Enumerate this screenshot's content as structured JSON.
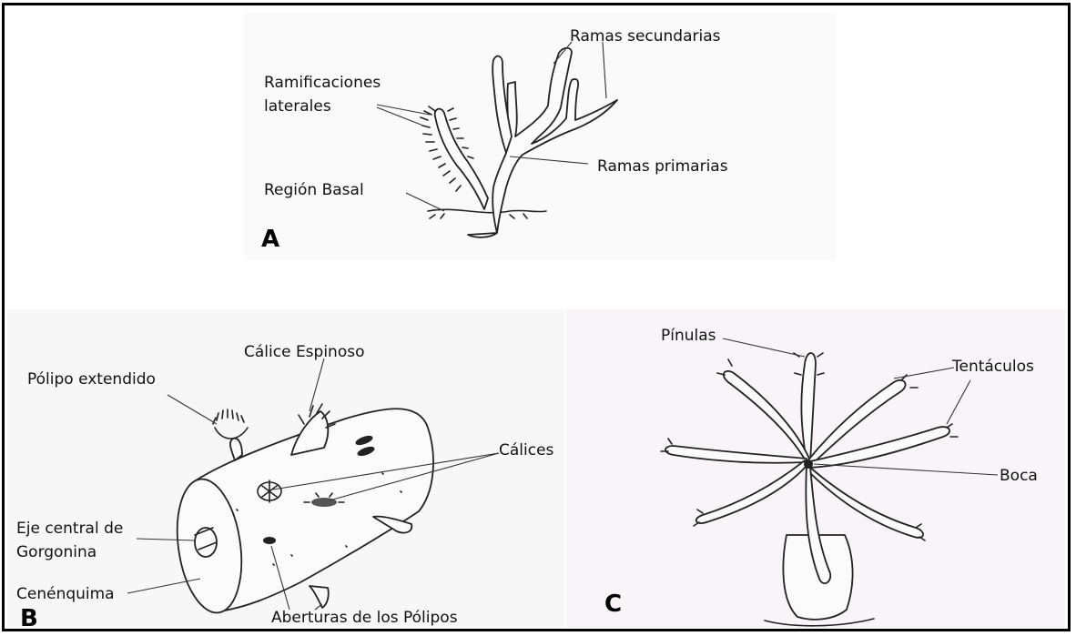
{
  "panel_a": {
    "letter": "A",
    "labels": {
      "ramas_secundarias": "Ramas secundarias",
      "ramificaciones_1": "Ramificaciones",
      "ramificaciones_2": "laterales",
      "ramas_primarias": "Ramas primarias",
      "region_basal": "Región Basal"
    }
  },
  "panel_b": {
    "letter": "B",
    "labels": {
      "calice_espinoso": "Cálice Espinoso",
      "polipo_extendido": "Pólipo extendido",
      "calices": "Cálices",
      "eje_1": "Eje central de",
      "eje_2": "Gorgonina",
      "cenenquima": "Cenénquima",
      "aberturas": "Aberturas de los Pólipos"
    }
  },
  "panel_c": {
    "letter": "C",
    "labels": {
      "pinulas": "Pínulas",
      "tentaculos": "Tentáculos",
      "boca": "Boca"
    }
  },
  "colors": {
    "panel_b_bg": "#f7f7f7",
    "panel_c_bg": "#f8f4f8",
    "panel_a_bg": "#fafafa"
  }
}
